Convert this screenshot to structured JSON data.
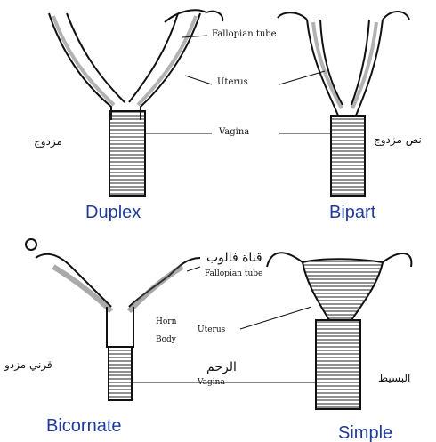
{
  "panels": {
    "duplex": {
      "caption": "Duplex",
      "arabic": "مزدوج"
    },
    "bipart": {
      "caption": "Bipart",
      "arabic": "نص مزدوج"
    },
    "bicornate": {
      "caption": "Bicornate",
      "arabic": "قرني مزدو"
    },
    "simple": {
      "caption": "Simple",
      "arabic": "البسيط"
    }
  },
  "top_labels": {
    "fallopian_tube": "Fallopian tube",
    "uterus": "Uterus",
    "vagina": "Vagina"
  },
  "bottom_labels": {
    "fallopian_tube_ar": "قناة فالوب",
    "fallopian_tube": "Fallopian tube",
    "horn": "Horn",
    "body": "Body",
    "uterus": "Uterus",
    "uterus_ar": "الرحم",
    "vagina": "Vagina"
  },
  "colors": {
    "caption": "#1f3a9a",
    "ink": "#111111"
  }
}
